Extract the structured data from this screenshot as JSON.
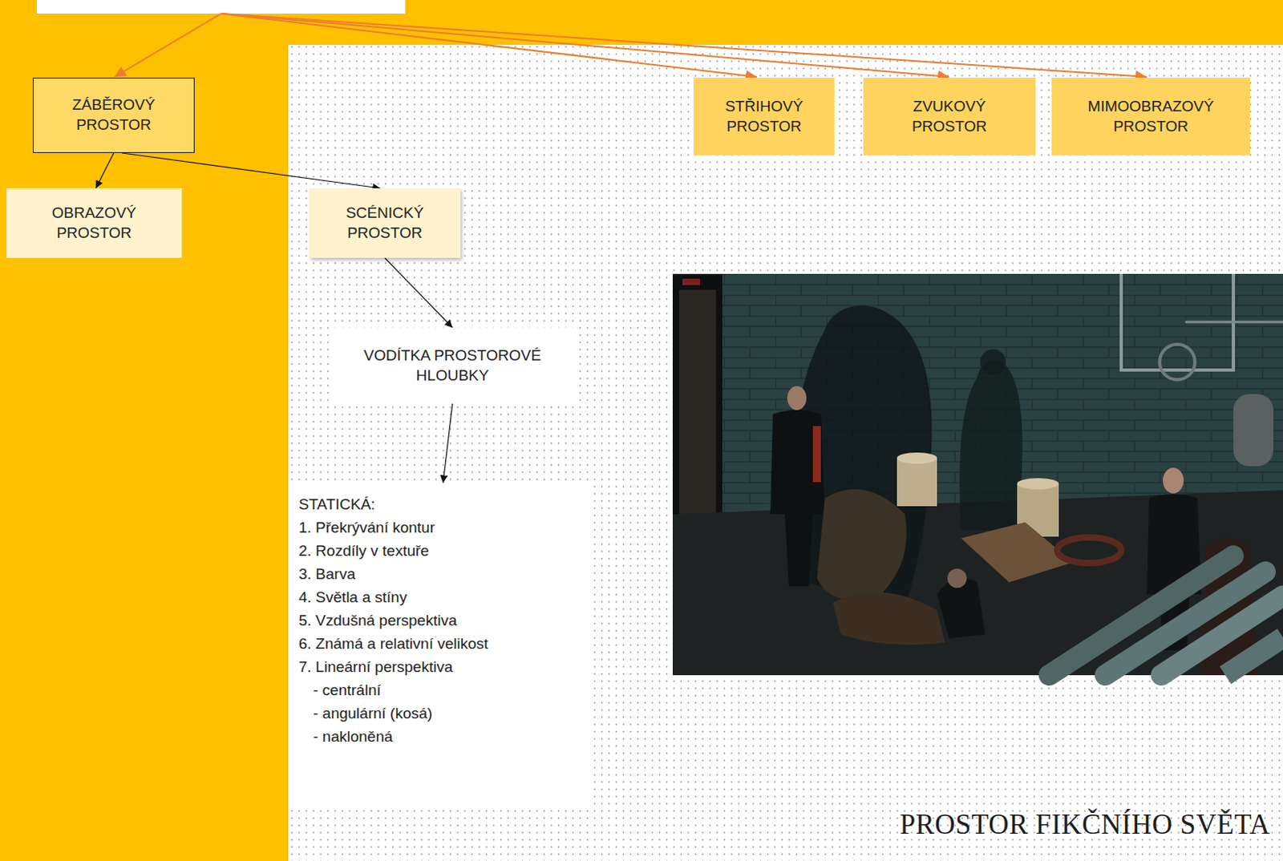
{
  "diagram": {
    "title": "PROSTOR FIKČNÍHO SVĚTA",
    "nodes": [
      {
        "text": [
          "ZÁBĚROVÝ PROSTOR"
        ]
      },
      {
        "text": [
          "STŘIHOVÝ PROSTOR"
        ]
      },
      {
        "text": [
          "ZVUKOVÝ PROSTOR"
        ]
      },
      {
        "text": [
          "MIMOOBRAZOVÝ PROSTOR"
        ]
      },
      {
        "text": [
          "OBRAZOVÝ PROSTOR"
        ]
      },
      {
        "text": [
          "SCÉNICKÝ PROSTOR"
        ]
      },
      {
        "text": [
          "VODÍTKA PROSTOROVÉ HLOUBKY"
        ]
      },
      {
        "text": [
          "STATICKÁ:",
          "1. Překrývání kontur",
          "2. Rozdíly v textuře",
          "3. Barva",
          "4. Světla a stíny",
          "5. Vzdušná perspektiva",
          "6. Známá a relativní velikost",
          "7. Lineární perspektiva",
          "- centrální",
          "- angulární (kosá)",
          "- nakloněná"
        ]
      }
    ],
    "edges": [
      {
        "from": 0,
        "to": 4,
        "arrow": "to"
      },
      {
        "from": 0,
        "to": 5,
        "arrow": "to"
      },
      {
        "from": 5,
        "to": 6,
        "arrow": "to"
      },
      {
        "from": 6,
        "to": 7,
        "arrow": "to"
      }
    ]
  }
}
